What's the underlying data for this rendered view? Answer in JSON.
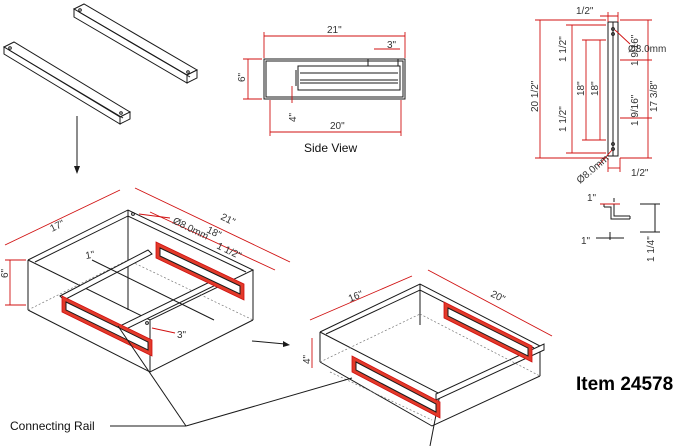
{
  "item_label": "Item 24578",
  "side_view": {
    "caption": "Side View",
    "dims": {
      "length": "21\"",
      "depth": "20\"",
      "height": "6\"",
      "offset": "3\"",
      "slot_h": "4\""
    }
  },
  "end_view": {
    "dims": {
      "top_w": "1/2\"",
      "bottom_w": "1/2\"",
      "hole_top": "Ø8.0mm",
      "hole_bottom": "Ø8.0mm",
      "total": "20 1/2\"",
      "seg_top": "1 1/2\"",
      "seg_bot": "1 1/2\"",
      "inner1": "18\"",
      "inner2": "18\"",
      "right_top": "1 9/16\"",
      "right_mid": "17 3/8\"",
      "right_bot": "1 9/16\""
    }
  },
  "flange_detail": {
    "dims": {
      "top": "1\"",
      "bottom": "1\"",
      "height": "1 1/4\""
    }
  },
  "iso_left": {
    "dims": {
      "width": "17\"",
      "length": "21\"",
      "inner": "18\"",
      "hole": "Ø8.0mm",
      "flange": "1 1/2\"",
      "lip": "1\"",
      "height": "6\"",
      "slot": "3\""
    }
  },
  "iso_right": {
    "dims": {
      "width": "16\"",
      "length": "20\"",
      "height": "4\""
    }
  },
  "callout": {
    "label": "Connecting Rail"
  }
}
